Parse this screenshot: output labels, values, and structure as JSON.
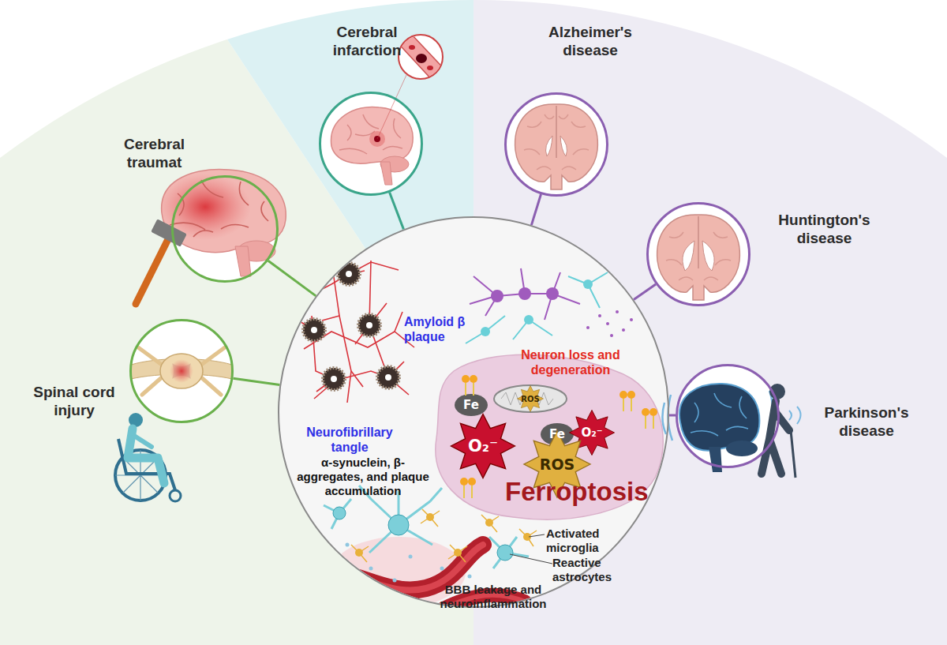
{
  "diagram": {
    "nodes": [
      {
        "text": [
          "Cerebral infarction"
        ]
      },
      {
        "text": [
          "Alzheimer's disease"
        ]
      },
      {
        "text": [
          "Cerebral traumat"
        ]
      },
      {
        "text": [
          "Huntington's disease"
        ]
      },
      {
        "text": [
          "Spinal cord injury"
        ]
      },
      {
        "text": [
          "Parkinson's disease"
        ]
      },
      {
        "text": [
          "Amyloid β plaque",
          "Neuron loss and degeneration",
          "Neurofibrillary tangle",
          "α-synuclein, β- aggregates, and plaque accumulation",
          "Ferroptosis",
          "Activated microglia",
          "Reactive astrocytes",
          "BBB leakage and neuroinflammation"
        ]
      }
    ],
    "edges": [
      {
        "from": 6,
        "to": 0,
        "arrow": "none"
      },
      {
        "from": 6,
        "to": 1,
        "arrow": "none"
      },
      {
        "from": 6,
        "to": 2,
        "arrow": "none"
      },
      {
        "from": 6,
        "to": 3,
        "arrow": "none"
      },
      {
        "from": 6,
        "to": 4,
        "arrow": "none"
      },
      {
        "from": 6,
        "to": 5,
        "arrow": "none"
      }
    ],
    "labels": [
      "ROS",
      "Fe",
      "Fe",
      "O₂⁻",
      "O₂⁻",
      "ROS"
    ]
  }
}
